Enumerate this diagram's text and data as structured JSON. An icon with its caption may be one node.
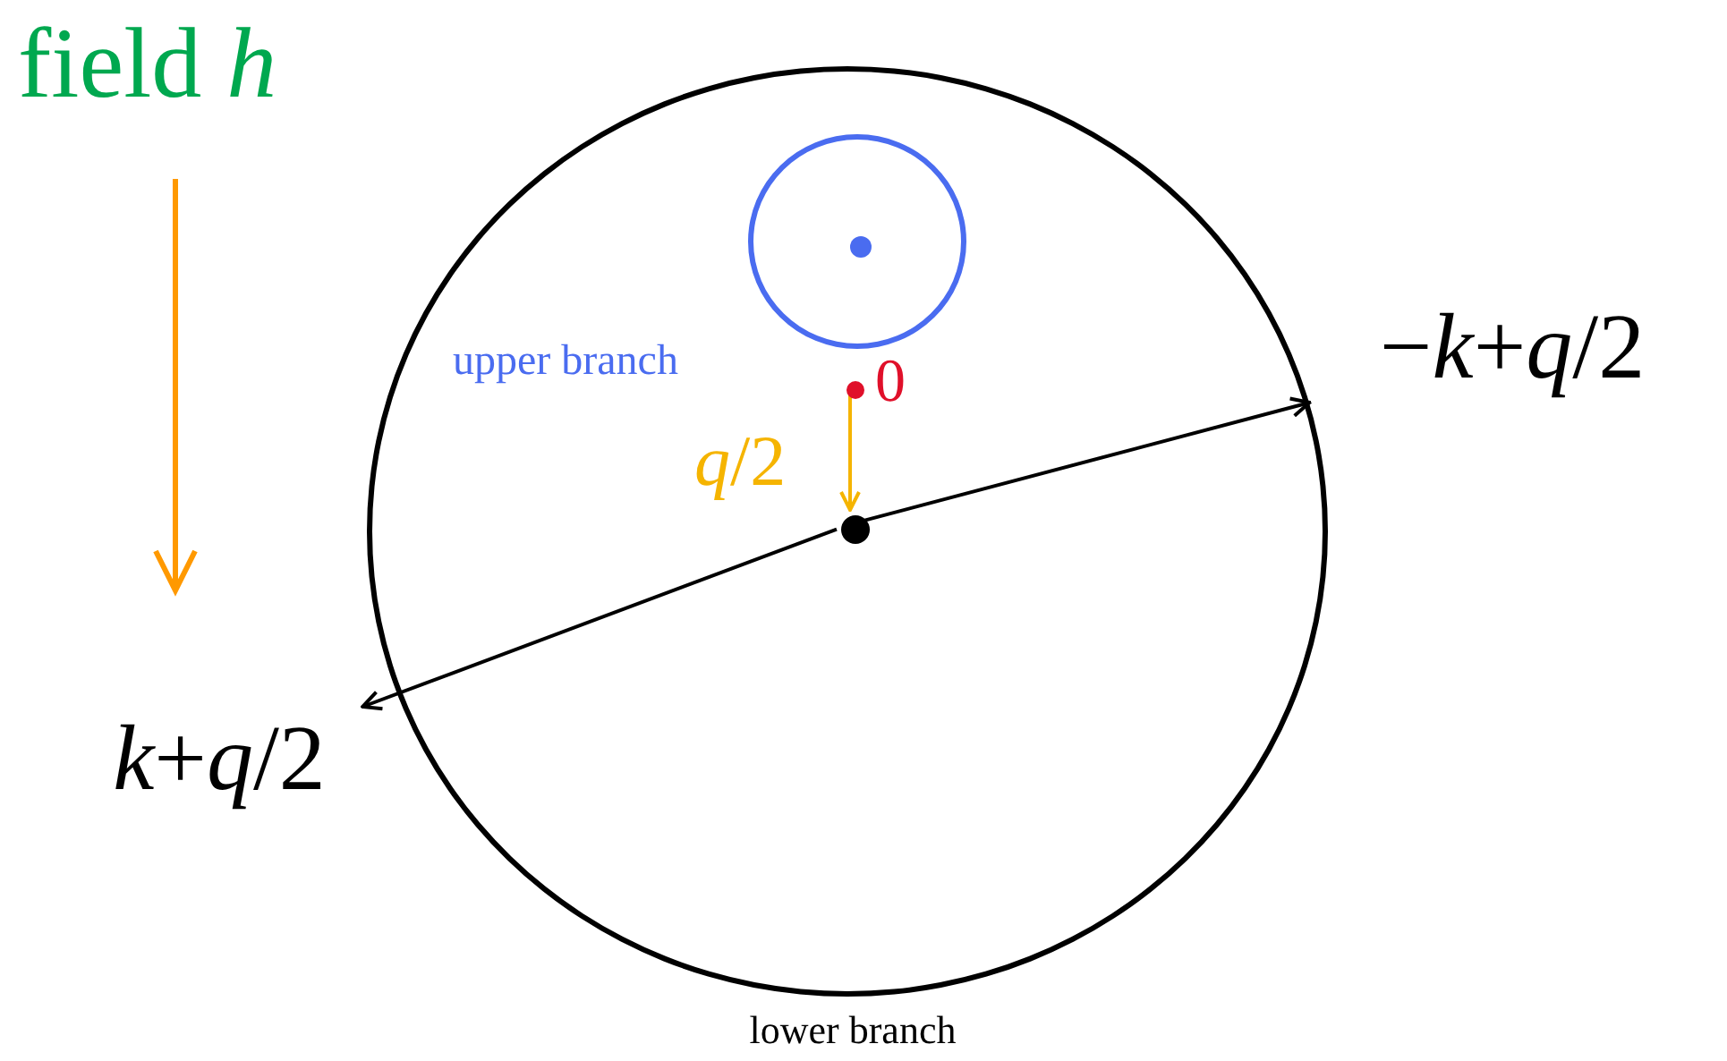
{
  "diagram": {
    "nodes": [
      {
        "text": [
          "lower branch"
        ]
      },
      {
        "text": [
          "upper branch"
        ],
        "in": 0
      },
      {
        "text": [],
        "shape": "circle",
        "in": 1
      },
      {
        "text": [],
        "shape": "circle",
        "beside": [
          "0"
        ],
        "in": 0
      },
      {
        "text": [],
        "shape": "circle",
        "in": 0
      },
      {
        "text": [
          "−*k*+*q*/2"
        ]
      },
      {
        "text": [
          "*k*+*q*/2"
        ]
      }
    ],
    "edges": [
      {
        "from": 3,
        "to": 4,
        "arrow": "to",
        "label": "*q*/2",
        "color": "#f5b400"
      },
      {
        "from": 4,
        "to": 5,
        "arrow": "to"
      },
      {
        "from": 4,
        "to": 6,
        "arrow": "to"
      }
    ],
    "labels": [
      "field *h*"
    ]
  }
}
